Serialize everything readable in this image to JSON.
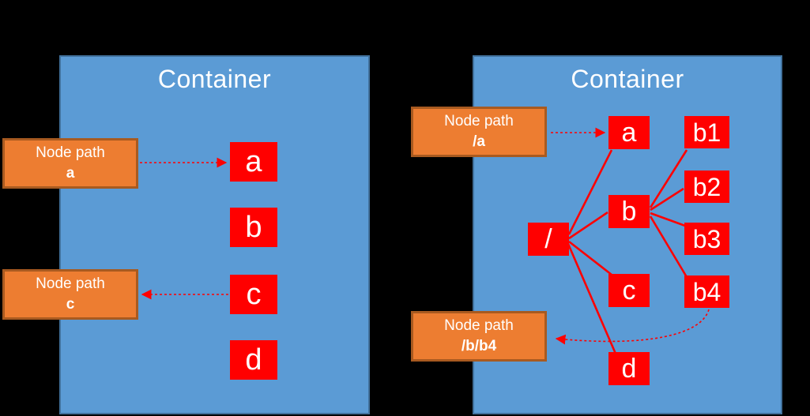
{
  "colors": {
    "background": "#000000",
    "container_fill": "#5B9BD5",
    "container_border": "#41719C",
    "callout_fill": "#ED7D31",
    "callout_border": "#A85A20",
    "node_fill": "#FF0000",
    "connector": "#FF0000",
    "text": "#FFFFFF"
  },
  "left": {
    "title": "Container",
    "nodes": [
      {
        "label": "a"
      },
      {
        "label": "b"
      },
      {
        "label": "c"
      },
      {
        "label": "d"
      }
    ],
    "callouts": [
      {
        "title": "Node path",
        "path": "a"
      },
      {
        "title": "Node path",
        "path": "c"
      }
    ]
  },
  "right": {
    "title": "Container",
    "root": {
      "label": "/"
    },
    "level1": [
      {
        "label": "a"
      },
      {
        "label": "b"
      },
      {
        "label": "c"
      },
      {
        "label": "d"
      }
    ],
    "level2": [
      {
        "label": "b1"
      },
      {
        "label": "b2"
      },
      {
        "label": "b3"
      },
      {
        "label": "b4"
      }
    ],
    "callouts": [
      {
        "title": "Node path",
        "path": "/a"
      },
      {
        "title": "Node path",
        "path": "/b/b4"
      }
    ]
  }
}
